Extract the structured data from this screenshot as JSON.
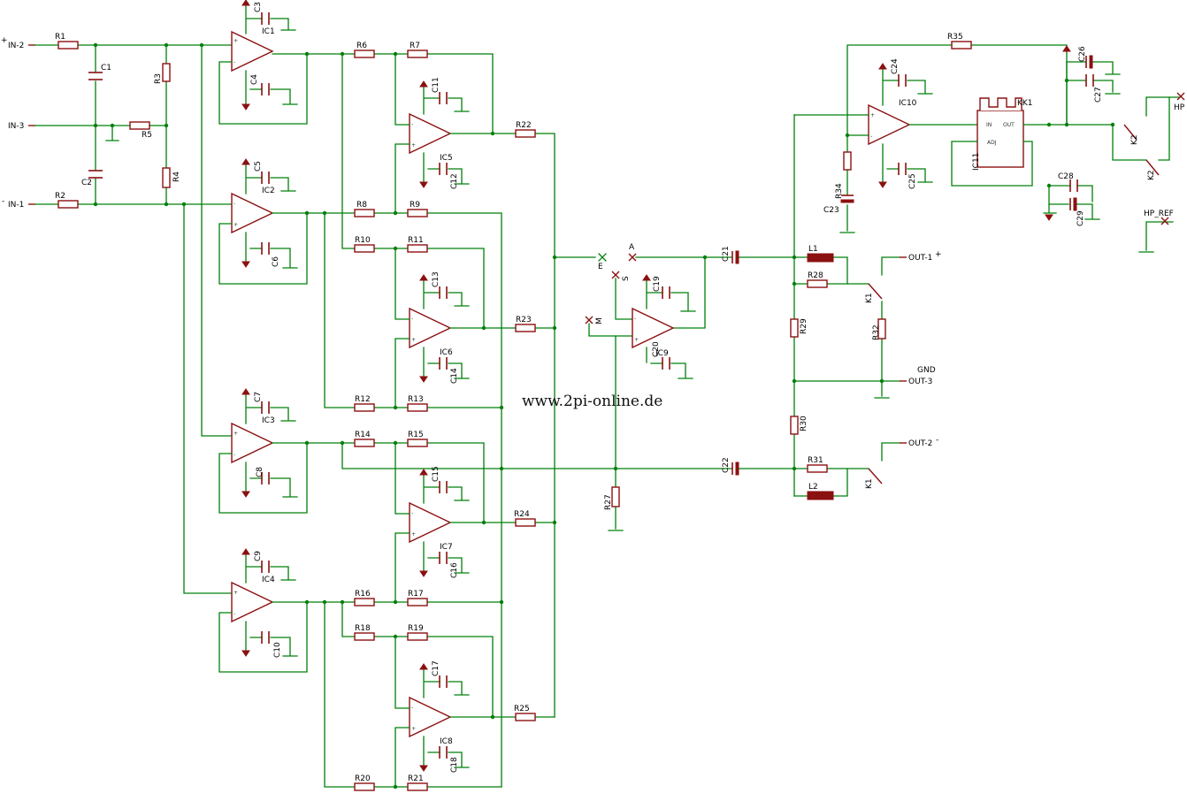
{
  "watermark": "www.2pi-online.de",
  "ports": {
    "in2": "IN-2",
    "in3": "IN-3",
    "in1": "IN-1",
    "out1": "OUT-1",
    "out3": "OUT-3",
    "out2": "OUT-2",
    "gnd": "GND",
    "hp": "HP",
    "hp_ref": "HP_REF"
  },
  "test_points": {
    "e": "E",
    "a": "A",
    "s": "S",
    "m": "M"
  },
  "ics": {
    "ic1": "IC1",
    "ic2": "IC2",
    "ic3": "IC3",
    "ic4": "IC4",
    "ic5": "IC5",
    "ic6": "IC6",
    "ic7": "IC7",
    "ic8": "IC8",
    "ic9": "IC9",
    "ic10": "IC10",
    "ic11": "IC11",
    "kk1": "KK1"
  },
  "ic11_pins": {
    "in": "IN",
    "out": "OUT",
    "adj": "ADJ"
  },
  "resistors": {
    "r1": "R1",
    "r2": "R2",
    "r3": "R3",
    "r4": "R4",
    "r5": "R5",
    "r6": "R6",
    "r7": "R7",
    "r8": "R8",
    "r9": "R9",
    "r10": "R10",
    "r11": "R11",
    "r12": "R12",
    "r13": "R13",
    "r14": "R14",
    "r15": "R15",
    "r16": "R16",
    "r17": "R17",
    "r18": "R18",
    "r19": "R19",
    "r20": "R20",
    "r21": "R21",
    "r22": "R22",
    "r23": "R23",
    "r24": "R24",
    "r25": "R25",
    "r27": "R27",
    "r28": "R28",
    "r29": "R29",
    "r30": "R30",
    "r31": "R31",
    "r32": "R32",
    "r34": "R34",
    "r35": "R35"
  },
  "capacitors": {
    "c1": "C1",
    "c2": "C2",
    "c3": "C3",
    "c4": "C4",
    "c5": "C5",
    "c6": "C6",
    "c7": "C7",
    "c8": "C8",
    "c9": "C9",
    "c10": "C10",
    "c11": "C11",
    "c12": "C12",
    "c13": "C13",
    "c14": "C14",
    "c15": "C15",
    "c16": "C16",
    "c17": "C17",
    "c18": "C18",
    "c19": "C19",
    "c20": "C20",
    "c21": "C21",
    "c22": "C22",
    "c23": "C23",
    "c24": "C24",
    "c25": "C25",
    "c26": "C26",
    "c27": "C27",
    "c28": "C28",
    "c29": "C29"
  },
  "inductors": {
    "l1": "L1",
    "l2": "L2"
  },
  "relays": {
    "k1a": "K1",
    "k1b": "K1",
    "k2a": "K2",
    "k2b": "K2"
  },
  "signs": {
    "plus": "+",
    "minus": "-"
  }
}
